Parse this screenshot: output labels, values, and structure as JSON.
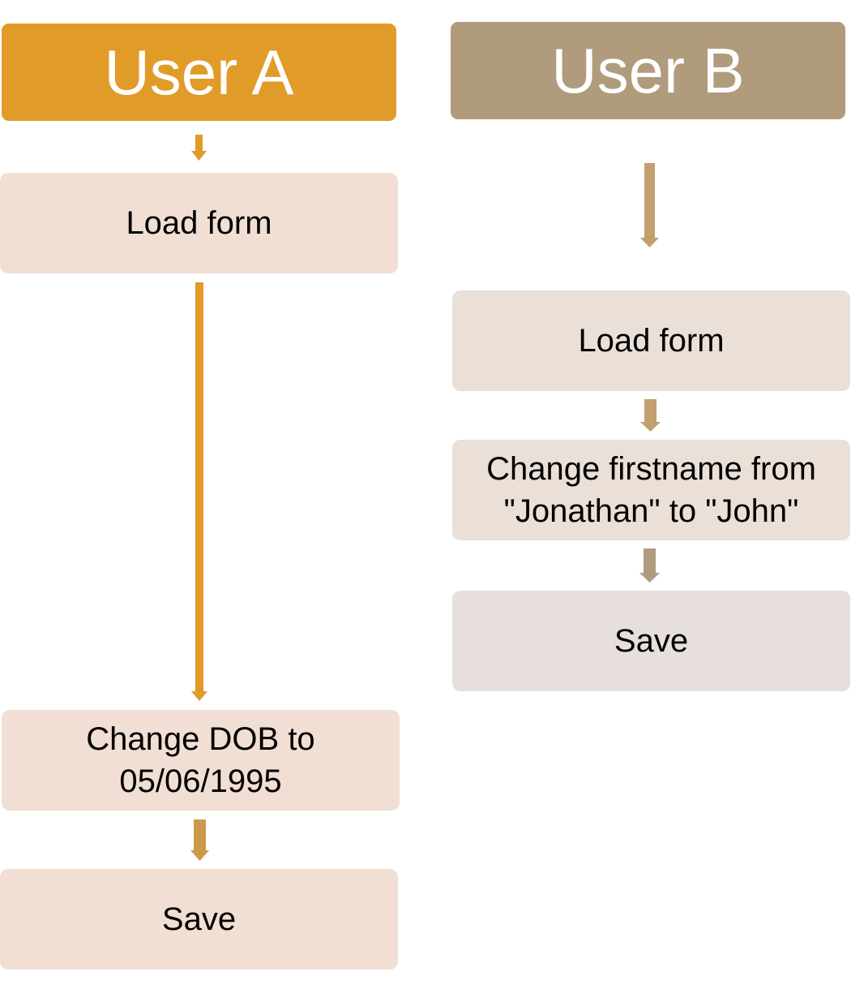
{
  "user_a": {
    "title": "User A",
    "color": "#E09B28",
    "steps": [
      "Load form",
      "Change DOB to 05/06/1995",
      "Save"
    ]
  },
  "user_b": {
    "title": "User B",
    "color": "#B09B7D",
    "steps": [
      "Load form",
      "Change firstname from \"Jonathan\" to \"John\"",
      "Save"
    ]
  },
  "arrow_colors": {
    "a_primary": "#E09B28",
    "a_secondary": "#CD9A4C",
    "b_primary": "#C29F6E",
    "b_secondary": "#B09B7D"
  }
}
